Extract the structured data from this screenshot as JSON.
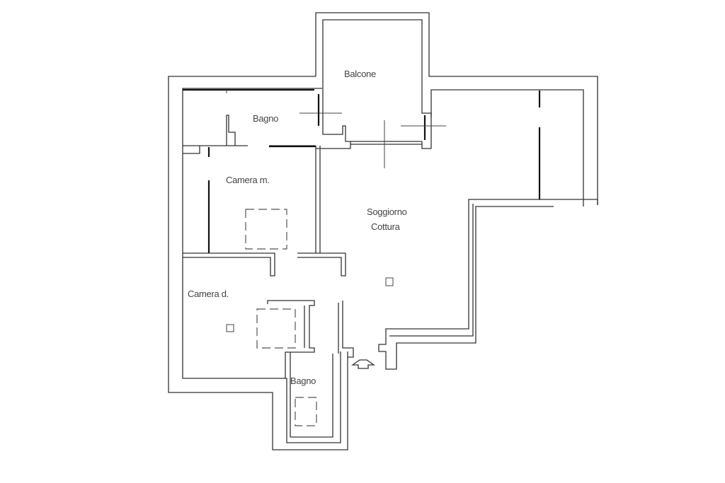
{
  "plan": {
    "rooms": [
      {
        "id": "balcone",
        "label": "Balcone"
      },
      {
        "id": "bagno-top",
        "label": "Bagno"
      },
      {
        "id": "camera-m",
        "label": "Camera m."
      },
      {
        "id": "soggiorno",
        "label": "Soggiorno"
      },
      {
        "id": "cottura",
        "label": "Cottura"
      },
      {
        "id": "camera-d",
        "label": "Camera d."
      },
      {
        "id": "bagno-bottom",
        "label": "Bagno"
      }
    ],
    "entrance_symbol": "arrow-up-icon",
    "colors": {
      "wall": "#333333",
      "background": "#ffffff",
      "text": "#444444"
    }
  }
}
